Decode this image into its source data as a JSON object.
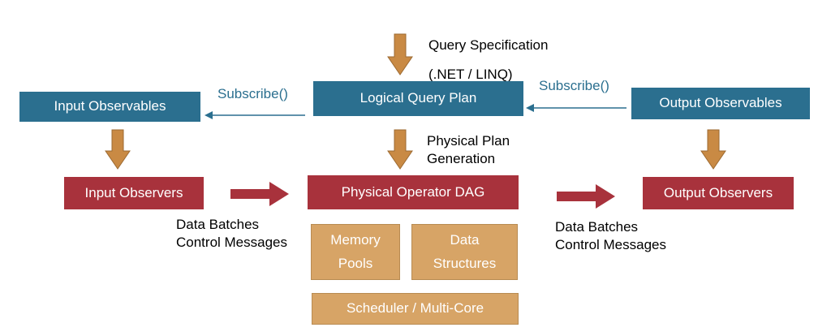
{
  "diagram": {
    "query_spec": {
      "line1": "Query Specification",
      "line2": "(.NET / LINQ)"
    },
    "logical_plan": "Logical Query Plan",
    "input_observables": "Input Observables",
    "output_observables": "Output Observables",
    "subscribe_left": "Subscribe()",
    "subscribe_right": "Subscribe()",
    "physical_plan_gen": {
      "line1": "Physical Plan",
      "line2": "Generation"
    },
    "input_observers": "Input Observers",
    "physical_dag": "Physical Operator DAG",
    "output_observers": "Output Observers",
    "left_flow": {
      "line1": "Data Batches",
      "line2": "Control Messages"
    },
    "right_flow": {
      "line1": "Data Batches",
      "line2": "Control Messages"
    },
    "memory_pools": {
      "line1": "Memory",
      "line2": "Pools"
    },
    "data_structures": {
      "line1": "Data",
      "line2": "Structures"
    },
    "scheduler": "Scheduler / Multi-Core"
  },
  "colors": {
    "blue_box": "#2b6f8f",
    "red_box": "#a8323c",
    "tan_box": "#d7a466",
    "down_arrow": "#c98a44",
    "flow_arrow": "#a8323c"
  }
}
